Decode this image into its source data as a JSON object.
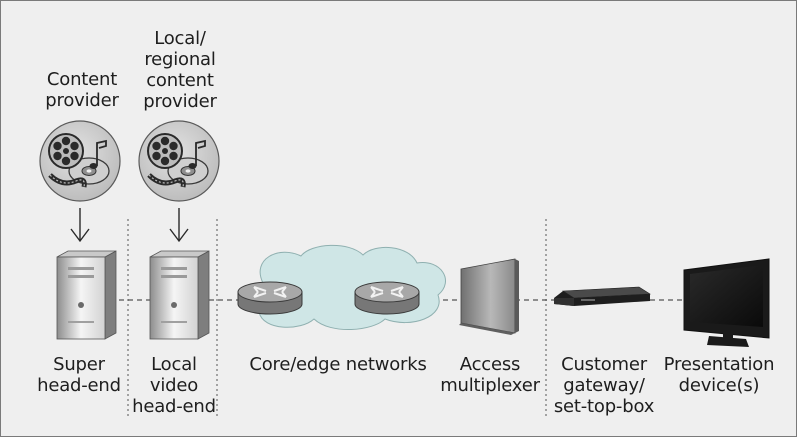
{
  "labels": {
    "content_provider": [
      "Content",
      "provider"
    ],
    "local_regional_provider": [
      "Local/",
      "regional",
      "content",
      "provider"
    ],
    "super_head_end": [
      "Super",
      "head-end"
    ],
    "local_video_head_end": [
      "Local",
      "video",
      "head-end"
    ],
    "core_edge_networks": "Core/edge networks",
    "access_multiplexer": [
      "Access",
      "multiplexer"
    ],
    "customer_gateway": [
      "Customer",
      "gateway/",
      "set-top-box"
    ],
    "presentation_devices": [
      "Presentation",
      "device(s)"
    ]
  },
  "icons": {
    "content_provider": "film-reel-disc-icon",
    "local_provider": "film-reel-disc-icon",
    "super_head_end": "server-tower-icon",
    "local_head_end": "server-tower-icon",
    "cloud": "network-cloud-icon",
    "router": "router-icon",
    "access_multiplexer": "access-multiplexer-icon",
    "set_top_box": "set-top-box-icon",
    "tv": "tv-icon"
  },
  "colors": {
    "background": "#efefef",
    "cloud": "#cfe6e6",
    "router": "#9a9a9a"
  }
}
